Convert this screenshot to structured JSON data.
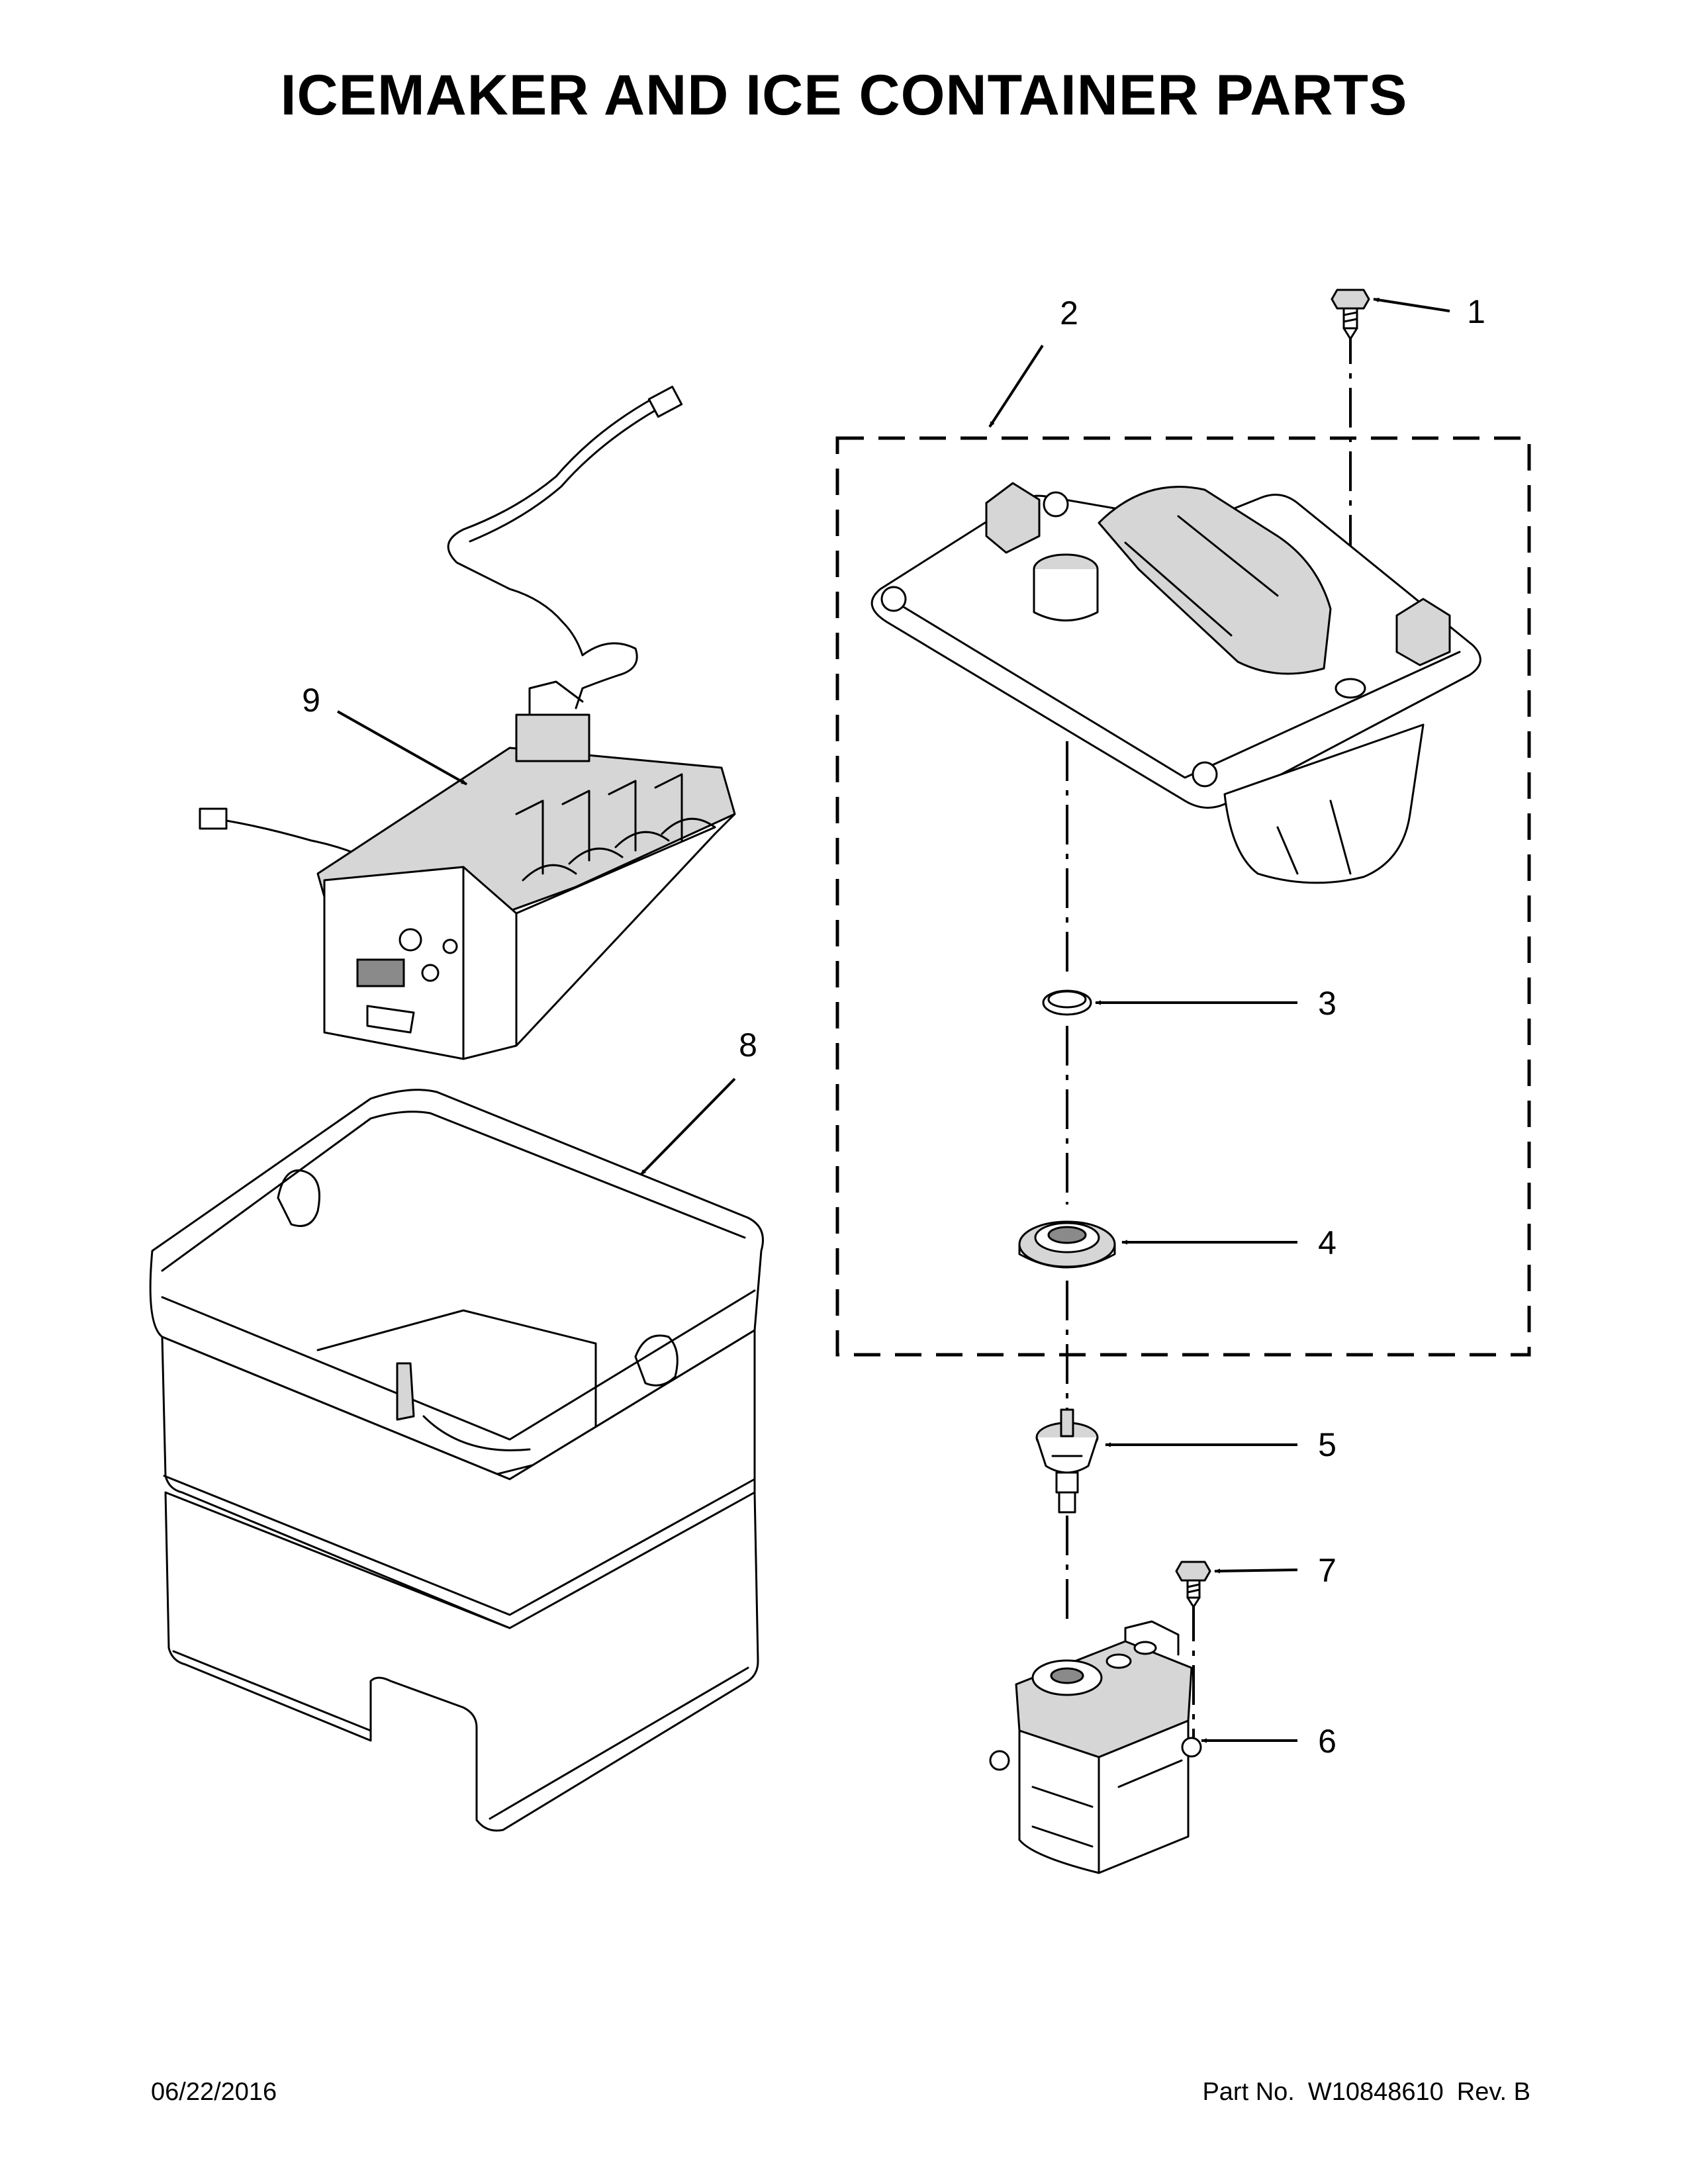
{
  "title": "ICEMAKER AND ICE CONTAINER PARTS",
  "callouts": [
    {
      "id": "1",
      "label": "1"
    },
    {
      "id": "2",
      "label": "2"
    },
    {
      "id": "3",
      "label": "3"
    },
    {
      "id": "4",
      "label": "4"
    },
    {
      "id": "5",
      "label": "5"
    },
    {
      "id": "6",
      "label": "6"
    },
    {
      "id": "7",
      "label": "7"
    },
    {
      "id": "8",
      "label": "8"
    },
    {
      "id": "9",
      "label": "9"
    }
  ],
  "footer": {
    "date": "06/22/2016",
    "part_prefix": "Part No.",
    "part_number": "W10848610",
    "revision": "Rev. B"
  }
}
